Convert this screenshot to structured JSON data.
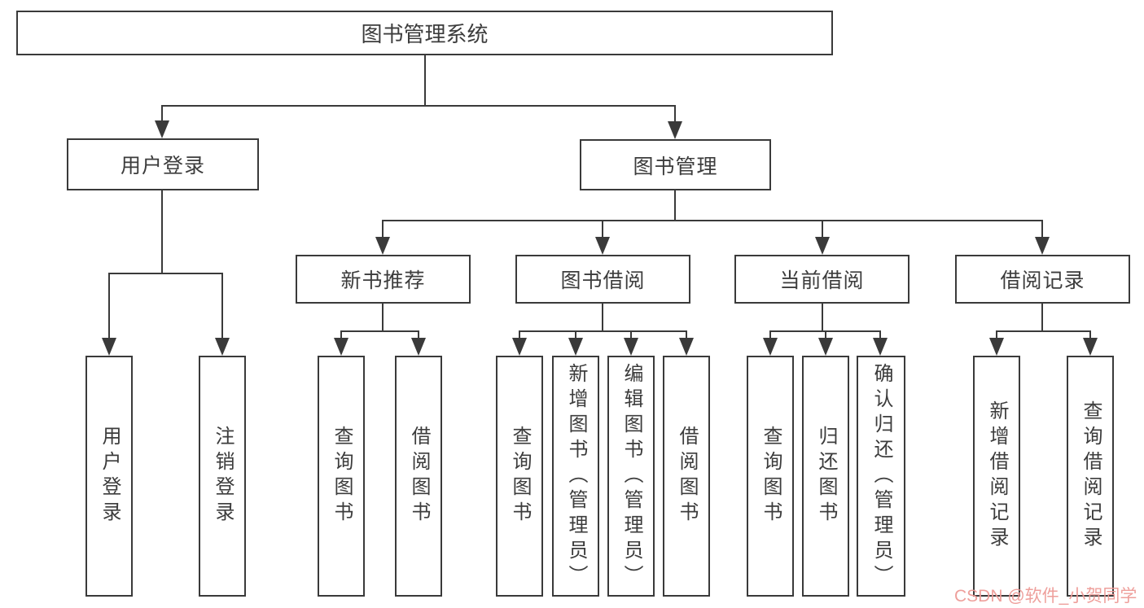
{
  "tree": {
    "root": "图书管理系统",
    "level2": [
      {
        "label": "用户登录"
      },
      {
        "label": "图书管理"
      }
    ],
    "level3": [
      {
        "label": "新书推荐"
      },
      {
        "label": "图书借阅"
      },
      {
        "label": "当前借阅"
      },
      {
        "label": "借阅记录"
      }
    ],
    "leaves": {
      "user_login": [
        "用户登录",
        "注销登录"
      ],
      "new_book": [
        "查询图书",
        "借阅图书"
      ],
      "book_borrow": [
        "查询图书",
        "新增图书（管理员）",
        "编辑图书（管理员）",
        "借阅图书"
      ],
      "current_borrow": [
        "查询图书",
        "归还图书",
        "确认归还（管理员）"
      ],
      "borrow_record": [
        "新增借阅记录",
        "查询借阅记录"
      ]
    }
  },
  "watermark": "CSDN @软件_小贺同学",
  "colors": {
    "line": "#3a3a3a",
    "text": "#3c3c3c",
    "watermark": "#ee9a96",
    "background": "#ffffff"
  }
}
